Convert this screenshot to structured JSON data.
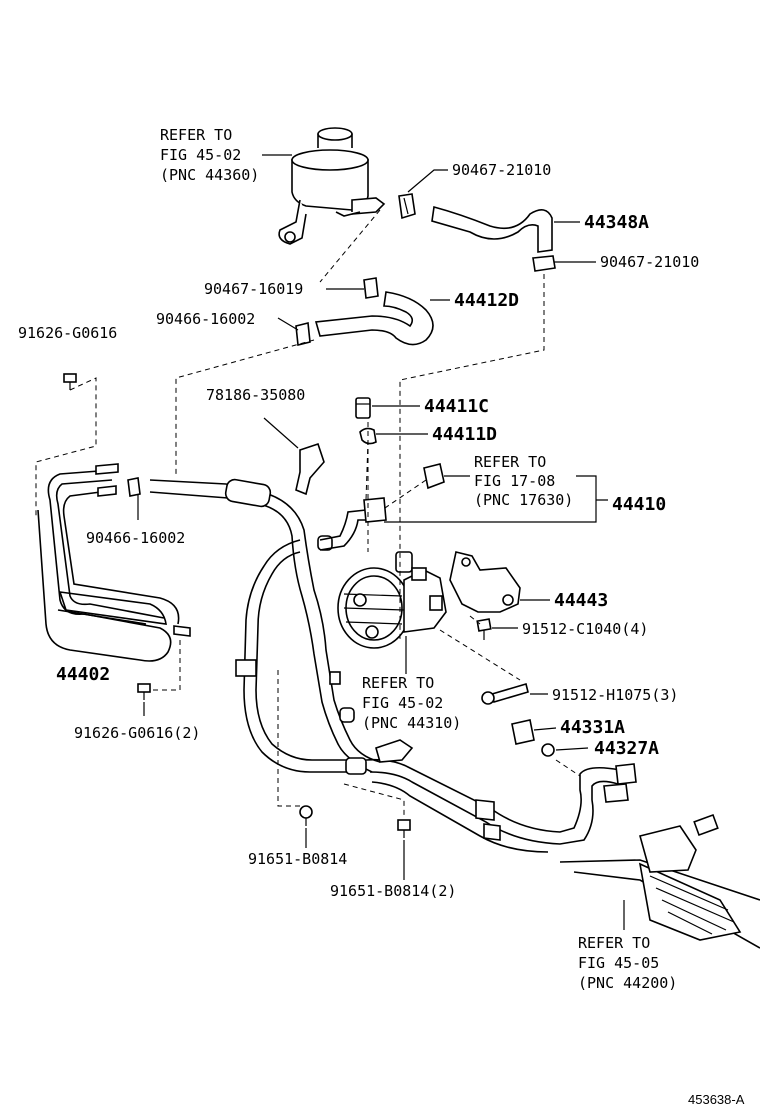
{
  "refs": {
    "reservoir": [
      "REFER TO",
      "FIG 45-02",
      "(PNC 44360)"
    ],
    "sensor": [
      "REFER TO",
      "FIG 17-08",
      "(PNC 17630)"
    ],
    "pump": [
      "REFER TO",
      "FIG 45-02",
      "(PNC 44310)"
    ],
    "rack": [
      "REFER TO",
      "FIG 45-05",
      "(PNC 44200)"
    ]
  },
  "parts": {
    "p90467_21010_a": "90467-21010",
    "p44348A": "44348A",
    "p90467_21010_b": "90467-21010",
    "p90467_16019": "90467-16019",
    "p44412D": "44412D",
    "p90466_16002_a": "90466-16002",
    "p91626_G0616": "91626-G0616",
    "p78186_35080": "78186-35080",
    "p44411C": "44411C",
    "p44411D": "44411D",
    "p44410": "44410",
    "p90466_16002_b": "90466-16002",
    "p44443": "44443",
    "p91512_C1040": "91512-C1040(4)",
    "p44402": "44402",
    "p91626_G0616_2": "91626-G0616(2)",
    "p91512_H1075": "91512-H1075(3)",
    "p44331A": "44331A",
    "p44327A": "44327A",
    "p91651_B0814": "91651-B0814",
    "p91651_B0814_2": "91651-B0814(2)"
  },
  "footer_code": "453638-A"
}
